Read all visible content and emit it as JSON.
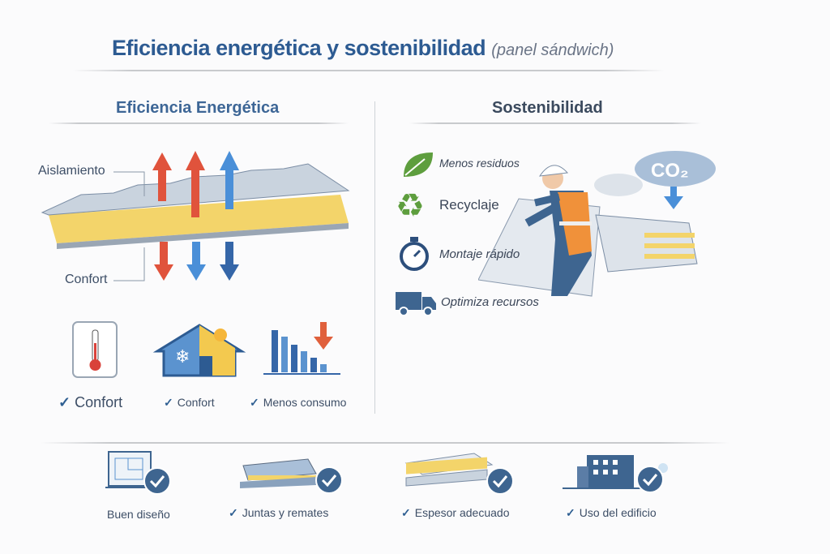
{
  "header": {
    "title": "Eficiencia energética y sostenibilidad",
    "subtitle": "(panel sándwich)"
  },
  "left": {
    "heading": "Eficiencia Energética",
    "label_top": "Aislamiento",
    "label_bottom": "Confort",
    "icons": [
      {
        "icon": "thermometer-icon",
        "label": "Confort"
      },
      {
        "icon": "house-climate-icon",
        "label": "Confort"
      },
      {
        "icon": "bar-chart-down-icon",
        "label": "Menos consumo"
      }
    ]
  },
  "right": {
    "heading": "Sostenibilidad",
    "items": [
      {
        "icon": "leaf-icon",
        "label": "Menos residuos"
      },
      {
        "icon": "recycle-icon",
        "label": "Recyclaje"
      },
      {
        "icon": "stopwatch-icon",
        "label": "Montaje rápido"
      },
      {
        "icon": "truck-icon",
        "label": "Optimiza recursos"
      }
    ],
    "co2_label": "CO₂"
  },
  "bottom": {
    "items": [
      {
        "icon": "blueprint-icon",
        "label": "Buen diseño",
        "checked": false
      },
      {
        "icon": "panel-joint-icon",
        "label": "Juntas y remates",
        "checked": true
      },
      {
        "icon": "panel-thickness-icon",
        "label": "Espesor adecuado",
        "checked": true
      },
      {
        "icon": "building-icon",
        "label": "Uso del edificio",
        "checked": true
      }
    ]
  },
  "colors": {
    "primary": "#2d5b92",
    "hot": "#e0533c",
    "cold": "#4a8fd8",
    "insulation": "#f5d66a",
    "green": "#5e9e3e",
    "check": "#3e6590"
  }
}
